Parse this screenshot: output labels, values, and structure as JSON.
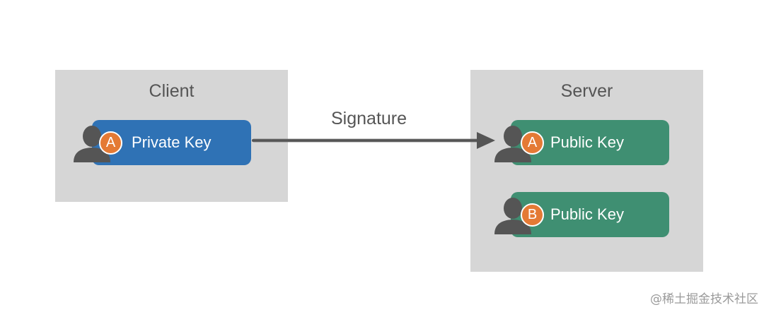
{
  "client": {
    "title": "Client",
    "key": {
      "badge": "A",
      "label": "Private Key",
      "color": "#2f72b5"
    }
  },
  "server": {
    "title": "Server",
    "keys": [
      {
        "badge": "A",
        "label": "Public Key",
        "color": "#3f8f72"
      },
      {
        "badge": "B",
        "label": "Public Key",
        "color": "#3f8f72"
      }
    ]
  },
  "arrow": {
    "label": "Signature"
  },
  "badge_color": "#e47a35",
  "icons": {
    "person": "person-silhouette-icon",
    "arrow": "arrow-right-icon"
  },
  "watermark": "@稀土掘金技术社区"
}
